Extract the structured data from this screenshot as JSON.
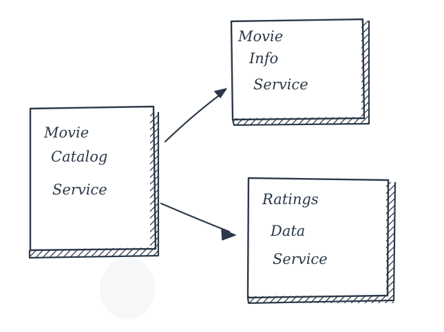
{
  "colors": {
    "ink": "#2b3848",
    "background": "#ffffff"
  },
  "boxes": {
    "catalog": {
      "lines": [
        "Movie",
        "Catalog",
        "Service"
      ]
    },
    "info": {
      "lines": [
        "Movie",
        "Info",
        "Service"
      ]
    },
    "ratings": {
      "lines": [
        "Ratings",
        "Data",
        "Service"
      ]
    }
  },
  "arrows": [
    {
      "from": "catalog",
      "to": "info"
    },
    {
      "from": "catalog",
      "to": "ratings"
    }
  ]
}
